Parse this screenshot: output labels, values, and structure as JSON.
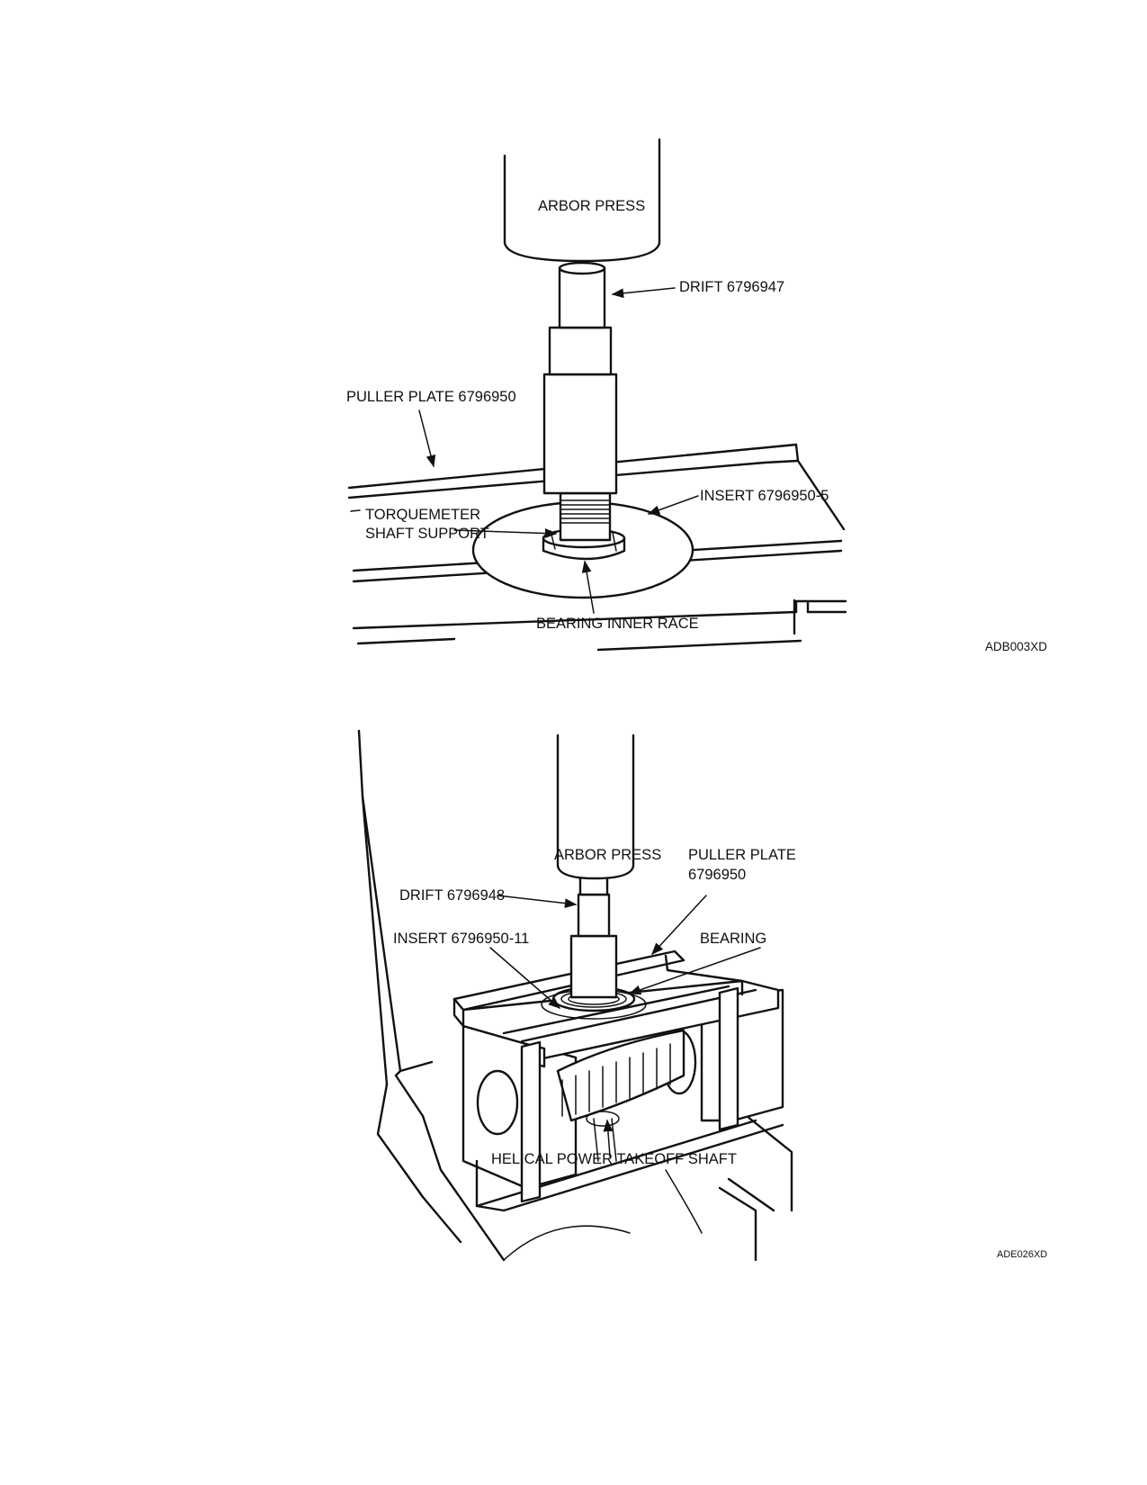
{
  "figure_top": {
    "labels": {
      "arbor_press": "ARBOR PRESS",
      "drift": "DRIFT 6796947",
      "puller_plate": "PULLER PLATE 6796950",
      "insert": "INSERT 6796950-5",
      "torquemeter_line1": "TORQUEMETER",
      "torquemeter_line2": "SHAFT SUPPORT",
      "bearing_inner_race": "BEARING INNER RACE"
    },
    "code": "ADB003XD"
  },
  "figure_bottom": {
    "labels": {
      "arbor_press": "ARBOR PRESS",
      "puller_plate_line1": "PULLER PLATE",
      "puller_plate_line2": "6796950",
      "drift": "DRIFT 6796948",
      "insert": "INSERT 6796950-11",
      "bearing": "BEARING",
      "helical_shaft": "HELICAL POWER TAKEOFF SHAFT"
    },
    "code": "ADE026XD"
  }
}
